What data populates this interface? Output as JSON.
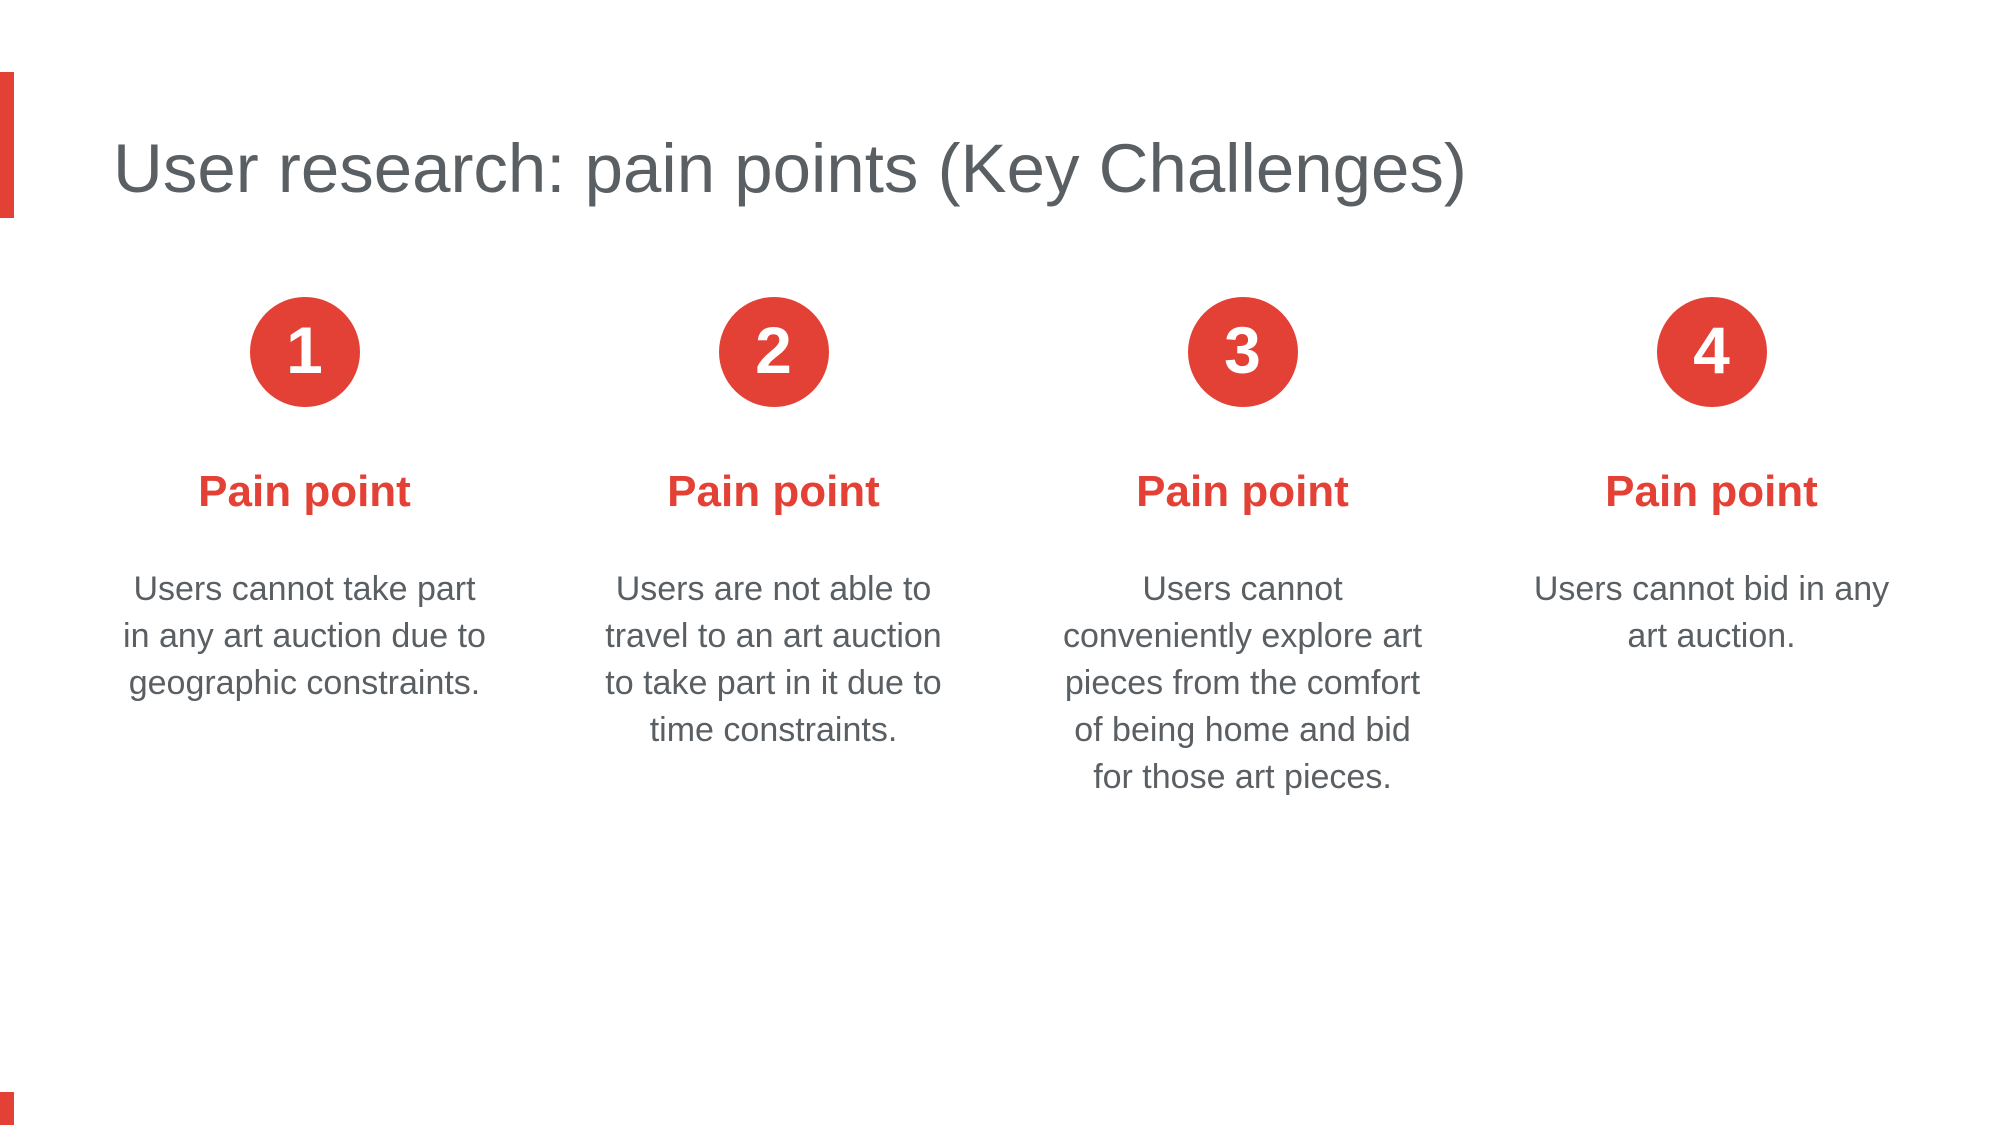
{
  "slide": {
    "accent_color": "#E44136",
    "text_color": "#5A5F63",
    "title": "User research: pain points (Key Challenges)",
    "cards": [
      {
        "number": "1",
        "heading": "Pain point",
        "description_lines": [
          "Users cannot take part",
          "in any art auction due to",
          "geographic constraints."
        ]
      },
      {
        "number": "2",
        "heading": "Pain point",
        "description_lines": [
          "Users are not able to",
          "travel to an art auction",
          "to take part in it due to",
          "time constraints."
        ]
      },
      {
        "number": "3",
        "heading": "Pain point",
        "description_lines": [
          "Users cannot",
          "conveniently explore art",
          "pieces from the comfort",
          "of being home and bid",
          "for those art pieces."
        ]
      },
      {
        "number": "4",
        "heading": "Pain point",
        "description_lines": [
          "Users cannot bid in any",
          "art auction."
        ]
      }
    ]
  }
}
